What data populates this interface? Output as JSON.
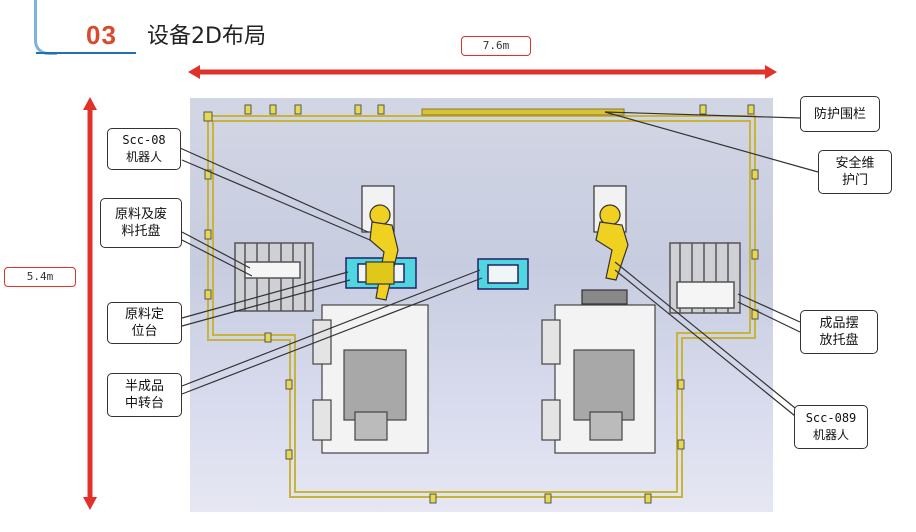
{
  "header": {
    "section_number": "03",
    "title": "设备2D布局"
  },
  "dimensions": {
    "width_label": "7.6m",
    "height_label": "5.4m"
  },
  "callouts": {
    "fence": "防护围栏",
    "door": "安全维\n护门",
    "robot_left": "Scc-08\n机器人",
    "raw_tray": "原料及废\n料托盘",
    "raw_locator": "原料定\n位台",
    "transfer": "半成品\n中转台",
    "finished_tray": "成品摆\n放托盘",
    "robot_right": "Scc-089\n机器人"
  },
  "colors": {
    "accent_red": "#e0322b",
    "fence_yellow": "#d8c23a",
    "robot_yellow": "#f0d020",
    "fixture_cyan": "#4fd6e0"
  }
}
